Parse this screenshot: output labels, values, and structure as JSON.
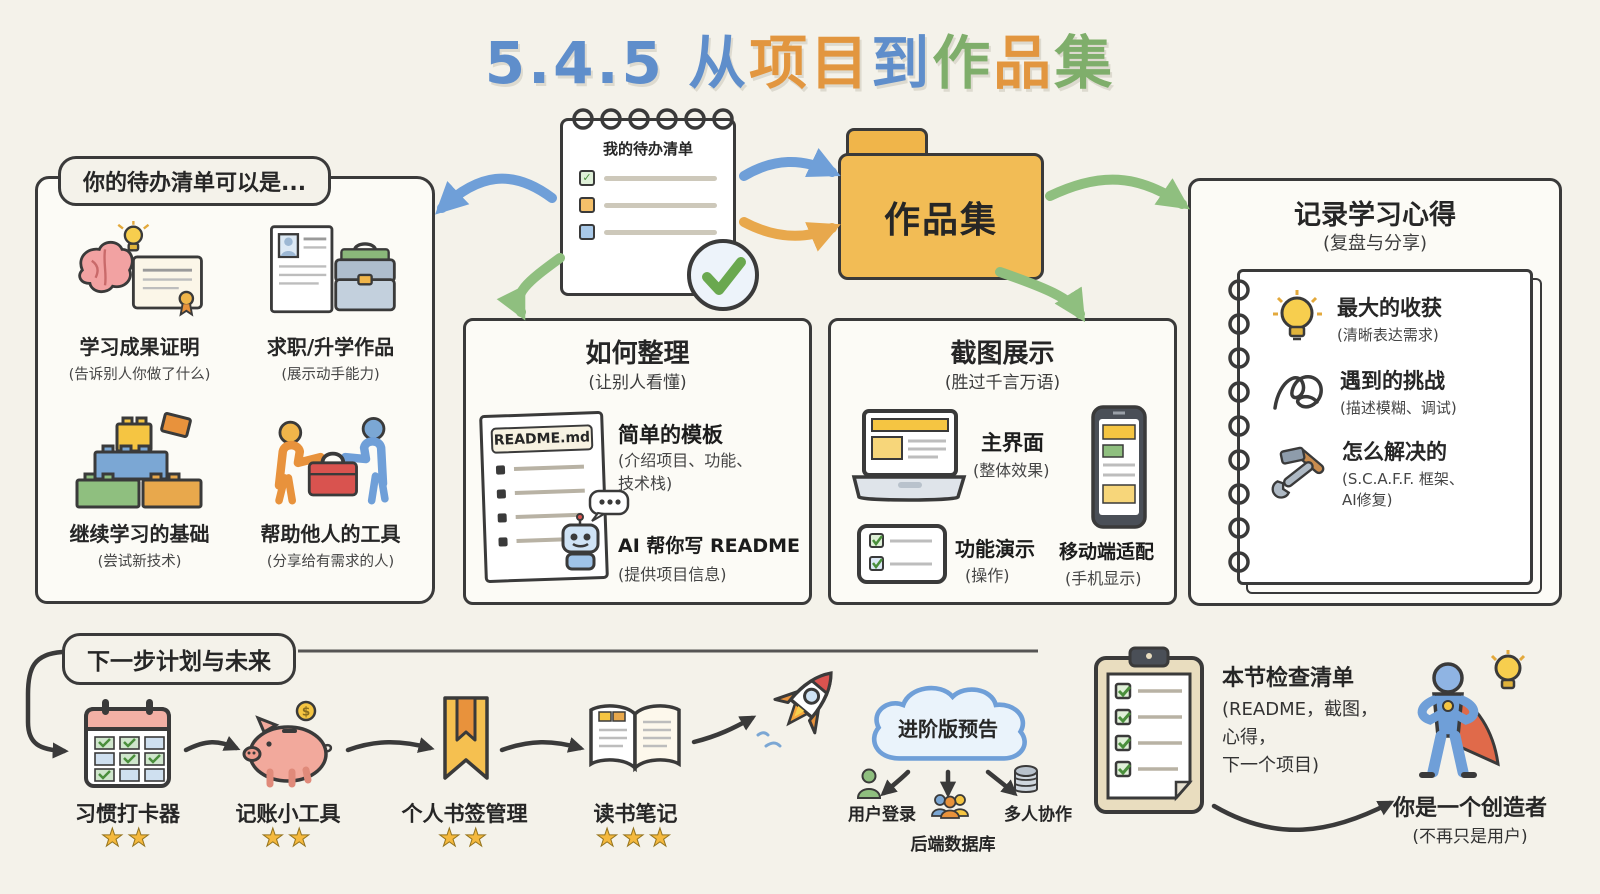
{
  "colors": {
    "background": "#f4f2ea",
    "ink": "#3a3a3a",
    "blue": "#6f9fd8",
    "orange": "#e8a84c",
    "green": "#8fbf7f",
    "yellow": "#f5c542",
    "red": "#d9534f",
    "folder": "#f2bc55"
  },
  "title": {
    "p1": "5.4.5 ",
    "p2": "从",
    "p3": "项目",
    "p4": "到",
    "p5": "作",
    "p6": "品",
    "p7": "集"
  },
  "todo_note": {
    "title": "我的待办清单"
  },
  "portfolio_folder": {
    "label": "作品集"
  },
  "left_panel": {
    "header": "你的待办清单可以是...",
    "items": [
      {
        "icon": "learning-proof-icon",
        "title": "学习成果证明",
        "subtitle": "(告诉别人你做了什么)"
      },
      {
        "icon": "job-portfolio-icon",
        "title": "求职/升学作品",
        "subtitle": "(展示动手能力)"
      },
      {
        "icon": "building-blocks-icon",
        "title": "继续学习的基础",
        "subtitle": "(尝试新技术)"
      },
      {
        "icon": "helping-toolbox-icon",
        "title": "帮助他人的工具",
        "subtitle": "(分享给有需求的人)"
      }
    ]
  },
  "organize_panel": {
    "title": "如何整理",
    "subtitle": "(让别人看懂)",
    "readme_label": "README.md",
    "template_title": "简单的模板",
    "template_subtitle": "(介绍项目、功能、\n技术栈)",
    "ai_title": "AI 帮你写 README",
    "ai_subtitle": "(提供项目信息)"
  },
  "screenshot_panel": {
    "title": "截图展示",
    "subtitle": "(胜过千言万语)",
    "main_title": "主界面",
    "main_subtitle": "(整体效果)",
    "demo_title": "功能演示",
    "demo_subtitle": "(操作)",
    "mobile_title": "移动端适配",
    "mobile_subtitle": "(手机显示)"
  },
  "notes_panel": {
    "title": "记录学习心得",
    "subtitle": "(复盘与分享)",
    "items": [
      {
        "icon": "lightbulb-icon",
        "title": "最大的收获",
        "subtitle": "(清晰表达需求)"
      },
      {
        "icon": "tangle-scribble-icon",
        "title": "遇到的挑战",
        "subtitle": "(描述模糊、调试)"
      },
      {
        "icon": "hammer-wrench-icon",
        "title": "怎么解决的",
        "subtitle": "(S.C.A.F.F. 框架、\nAI修复)"
      }
    ]
  },
  "next_steps": {
    "header": "下一步计划与未来",
    "projects": [
      {
        "icon": "habit-calendar-icon",
        "title": "习惯打卡器",
        "stars": "★★"
      },
      {
        "icon": "piggy-bank-icon",
        "title": "记账小工具",
        "stars": "★★"
      },
      {
        "icon": "bookmark-icon",
        "title": "个人书签管理",
        "stars": "★★"
      },
      {
        "icon": "open-book-icon",
        "title": "读书笔记",
        "stars": "★★★"
      }
    ],
    "preview": {
      "title": "进阶版预告",
      "login": "用户登录",
      "backend": "后端数据库",
      "collab": "多人协作"
    },
    "checklist": {
      "title": "本节检查清单",
      "subtitle": "(README，截图，\n心得，\n下一个项目)"
    },
    "creator": {
      "title": "你是一个创造者",
      "subtitle": "(不再只是用户)"
    }
  }
}
